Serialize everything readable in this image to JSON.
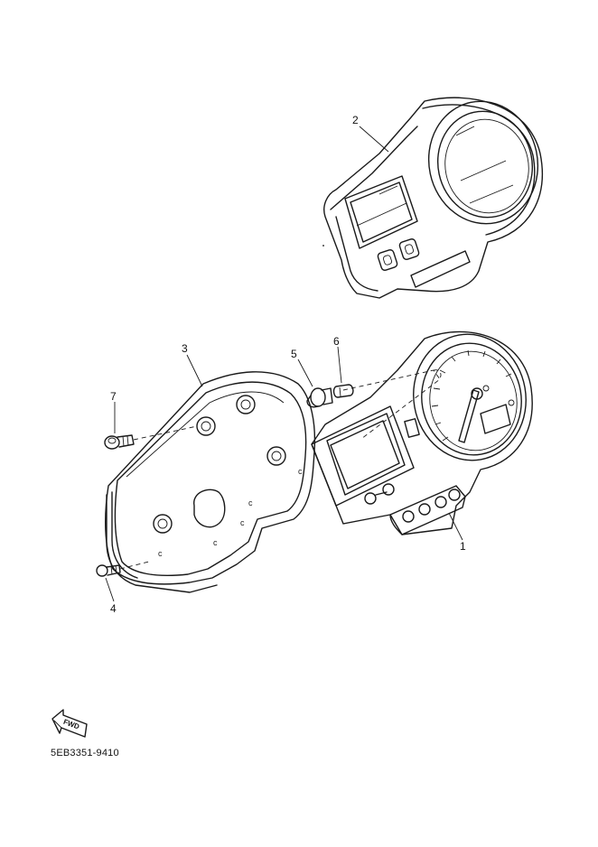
{
  "callouts": {
    "c1": "1",
    "c2": "2",
    "c3": "3",
    "c4": "4",
    "c5": "5",
    "c6": "6",
    "c7": "7"
  },
  "fwd_label": "FWD",
  "diagram_code": "5EB3351-9410"
}
